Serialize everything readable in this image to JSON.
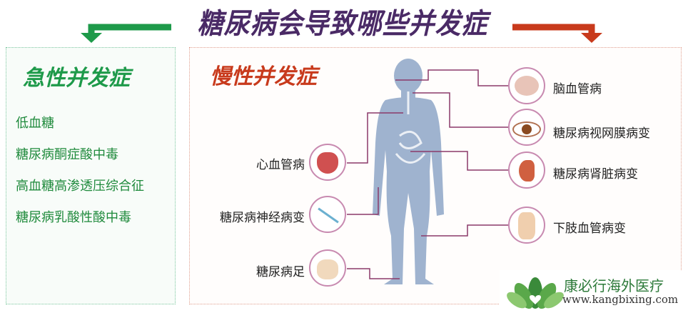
{
  "title": "糖尿病会导致哪些并发症",
  "acute": {
    "title": "急性并发症",
    "items": [
      "低血糖",
      "糖尿病酮症酸中毒",
      "高血糖高渗透压综合征",
      "糖尿病乳酸性酸中毒"
    ]
  },
  "chronic": {
    "title": "慢性并发症",
    "left": [
      "心血管病",
      "糖尿病神经病变",
      "糖尿病足"
    ],
    "right": [
      "脑血管病",
      "糖尿病视网膜病变",
      "糖尿病肾脏病变",
      "下肢血管病变"
    ]
  },
  "logo": {
    "name": "康必行海外医疗",
    "url": "www.kangbixing.com"
  },
  "colors": {
    "green": "#1e9a4a",
    "red": "#c83a1c",
    "purple": "#4a2a66",
    "line": "#8b3a6a"
  }
}
